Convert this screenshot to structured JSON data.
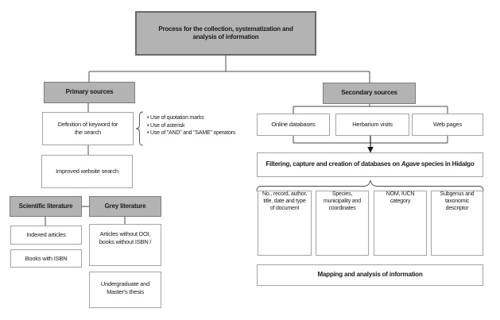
{
  "diagram": {
    "title": "Process for the collection, systematization and analysis of information",
    "primary": {
      "label": "Primary sources",
      "keyword_box": "Definition of keyword for the search",
      "bullets": [
        "Use of quotation marks",
        "Use of asterisk",
        "Use of \"AND\" and \"SAME\" operators"
      ],
      "improved_box": "Improved website search",
      "scientific": {
        "label": "Scientific literature",
        "items": [
          "Indexed articles",
          "Books with ISBN"
        ]
      },
      "grey": {
        "label": "Grey literature",
        "items": [
          "Articles without DOI, books without ISBN /",
          "Undergraduate and Master's thesis"
        ]
      }
    },
    "secondary": {
      "label": "Secondary sources",
      "sources": [
        "Online databases",
        "Herbarium visits",
        "Web pages"
      ],
      "filtering": {
        "prefix": "Filtering, capture and creation of databases on ",
        "italic_word": "Agave",
        "suffix": " species in Hidalgo"
      },
      "fields": [
        "No., record, author, title, date and type of document",
        "Species, municipality and coordinates",
        "NOM, IUCN category",
        "Subgenus and taxonomic descriptor"
      ],
      "mapping": "Mapping and analysis of information"
    },
    "colors": {
      "box_gray": "#b3b3b3",
      "gray_border": "#7c7c7c",
      "white_box_border": "#a3a3a3",
      "line": "#4a4a4a",
      "text": "#1a1a1a"
    }
  }
}
